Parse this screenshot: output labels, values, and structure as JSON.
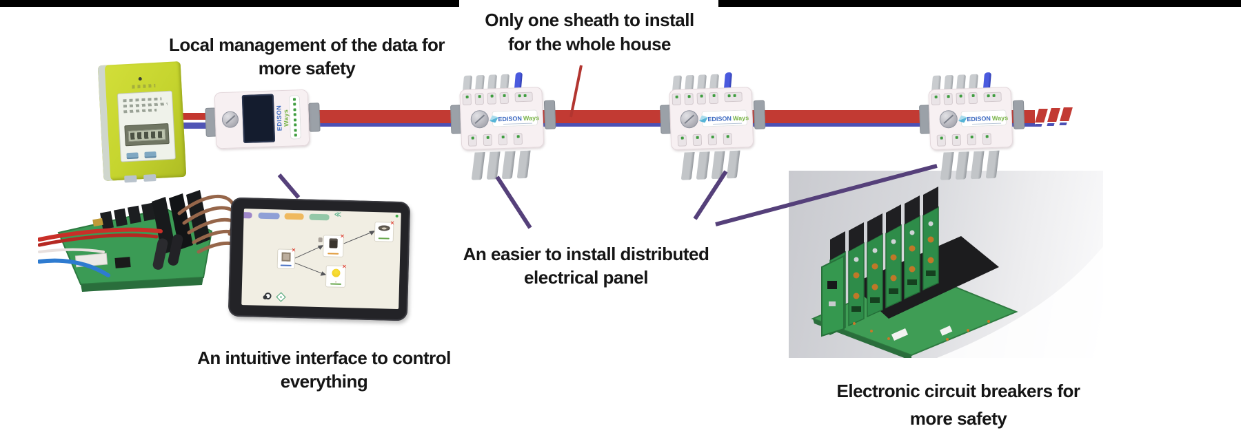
{
  "labels": {
    "local_management": {
      "line1": "Local management of the data for",
      "line2": "more safety"
    },
    "one_sheath": {
      "line1": "Only one sheath to install",
      "line2": "for the whole house"
    },
    "distributed_panel": {
      "line1": "An easier to install distributed",
      "line2": "electrical panel"
    },
    "intuitive_interface": {
      "line1": "An intuitive interface to control",
      "line2": "everything"
    },
    "circuit_breakers": {
      "line1": "Electronic circuit breakers for",
      "line2": "more safety"
    }
  },
  "brand": {
    "primary": "EDISON",
    "secondary": "Ways",
    "primary_color": "#3a68c0",
    "secondary_color": "#79b447"
  },
  "glyphs": {
    "x": "✕",
    "chevrons": "≪"
  },
  "colors": {
    "bar": "#000000",
    "sheath_red": "#c23a33",
    "wire_blue": "#4c50b4",
    "purple_line": "#55407a",
    "meter_yellow": "#c5d42e",
    "pcb_green": "#35984f",
    "module_body": "#f7f0f2",
    "tablet_screen": "#f1eee3",
    "brand1": "#3a68c0",
    "brand2": "#79b447"
  },
  "modules": {
    "count": 3,
    "socket_dot_color": "#3f9d3f",
    "comm_prong_color": "#3f51d6"
  }
}
